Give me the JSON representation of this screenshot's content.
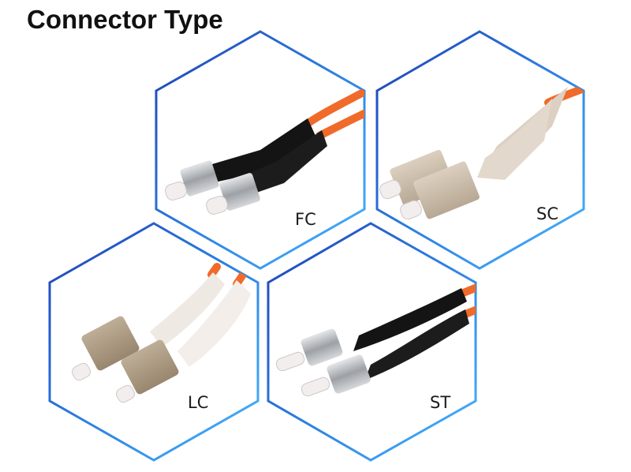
{
  "title": "Connector Type",
  "connectors": [
    {
      "label": "FC"
    },
    {
      "label": "SC"
    },
    {
      "label": "LC"
    },
    {
      "label": "ST"
    }
  ],
  "colors": {
    "hex_border_dark": "#1f3fb4",
    "hex_border_light": "#3fa0ff",
    "cable_orange": "#f06a2a",
    "boot_black": "#141414",
    "metal": "#b9bcc0",
    "beige_housing": "#cdbfae",
    "white_boot": "#efe9e4",
    "ferrule": "#f3eeee"
  }
}
